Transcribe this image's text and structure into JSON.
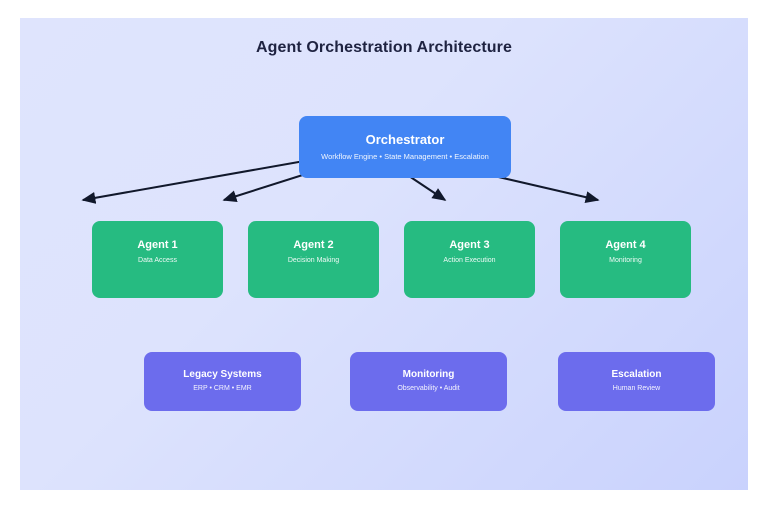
{
  "diagram": {
    "title": "Agent Orchestration Architecture",
    "background_color": "#dfe4fd",
    "orchestrator": {
      "title": "Orchestrator",
      "subtitle": "Workflow Engine • State Management • Escalation",
      "color": "#4285f4"
    },
    "agents": [
      {
        "title": "Agent 1",
        "subtitle": "Data Access",
        "color": "#26bb81"
      },
      {
        "title": "Agent 2",
        "subtitle": "Decision Making",
        "color": "#26bb81"
      },
      {
        "title": "Agent 3",
        "subtitle": "Action Execution",
        "color": "#26bb81"
      },
      {
        "title": "Agent 4",
        "subtitle": "Monitoring",
        "color": "#26bb81"
      }
    ],
    "support": [
      {
        "title": "Legacy Systems",
        "subtitle": "ERP • CRM • EMR",
        "color": "#6c6ced"
      },
      {
        "title": "Monitoring",
        "subtitle": "Observability • Audit",
        "color": "#6c6ced"
      },
      {
        "title": "Escalation",
        "subtitle": "Human Review",
        "color": "#6c6ced"
      }
    ],
    "connectors": [
      {
        "from": "orchestrator",
        "to": "agent-1",
        "style": "solid-arrow",
        "color": "#11182b"
      },
      {
        "from": "orchestrator",
        "to": "agent-2",
        "style": "solid-arrow",
        "color": "#11182b"
      },
      {
        "from": "orchestrator",
        "to": "agent-3",
        "style": "solid-arrow",
        "color": "#11182b"
      },
      {
        "from": "orchestrator",
        "to": "agent-4",
        "style": "solid-arrow",
        "color": "#11182b"
      }
    ]
  }
}
